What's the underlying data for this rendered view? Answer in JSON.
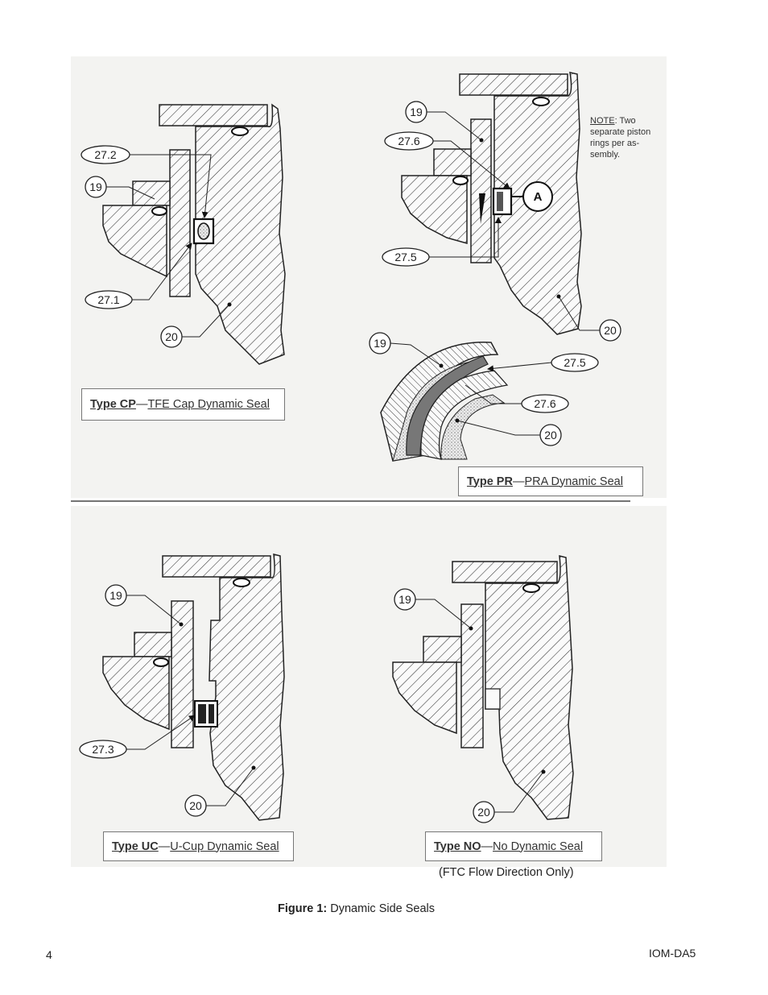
{
  "note": {
    "label": "NOTE",
    "text": ": Two separate piston rings per as-sembly."
  },
  "panels": {
    "cp": {
      "type_label": "Type CP",
      "sep": "— ",
      "description": "TFE Cap Dynamic Seal",
      "callouts": [
        "27.2",
        "19",
        "27.1",
        "20"
      ]
    },
    "pr": {
      "type_label": "Type PR",
      "sep": " — ",
      "description": "PRA Dynamic Seal",
      "callouts": [
        "19",
        "27.6",
        "27.5",
        "20",
        "A"
      ],
      "detail_callouts": [
        "19",
        "27.5",
        "27.6",
        "20"
      ]
    },
    "uc": {
      "type_label": "Type UC",
      "sep": " — ",
      "description": "U-Cup Dynamic Seal",
      "callouts": [
        "19",
        "27.3",
        "20"
      ]
    },
    "no": {
      "type_label": "Type NO",
      "sep": " — ",
      "description": "No Dynamic Seal",
      "callouts": [
        "19",
        "20"
      ]
    }
  },
  "ftc_note": "(FTC Flow Direction Only)",
  "figure": {
    "label": "Figure 1:",
    "title": " Dynamic Side Seals"
  },
  "footer": {
    "page_number": "4",
    "doc_id": "IOM-DA5"
  },
  "colors": {
    "panel_bg": "#f3f3f1",
    "hatch": "#333333",
    "seal_fill": "#555555"
  }
}
